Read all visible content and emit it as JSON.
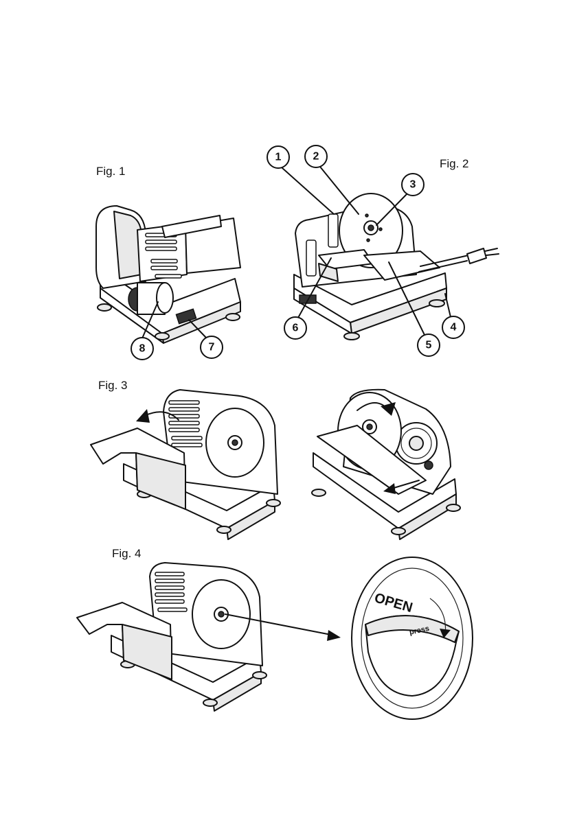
{
  "figures": {
    "fig1": {
      "label": "Fig. 1",
      "callouts": [
        "8",
        "7"
      ]
    },
    "fig2": {
      "label": "Fig. 2",
      "callouts": [
        "1",
        "2",
        "3",
        "4",
        "5",
        "6"
      ]
    },
    "fig3": {
      "label": "Fig. 3"
    },
    "fig4": {
      "label": "Fig. 4",
      "lock_text": "OPEN",
      "lock_button_text": "press"
    }
  },
  "colors": {
    "line": "#111111",
    "background": "#ffffff",
    "shade": "#e9e9e9"
  }
}
